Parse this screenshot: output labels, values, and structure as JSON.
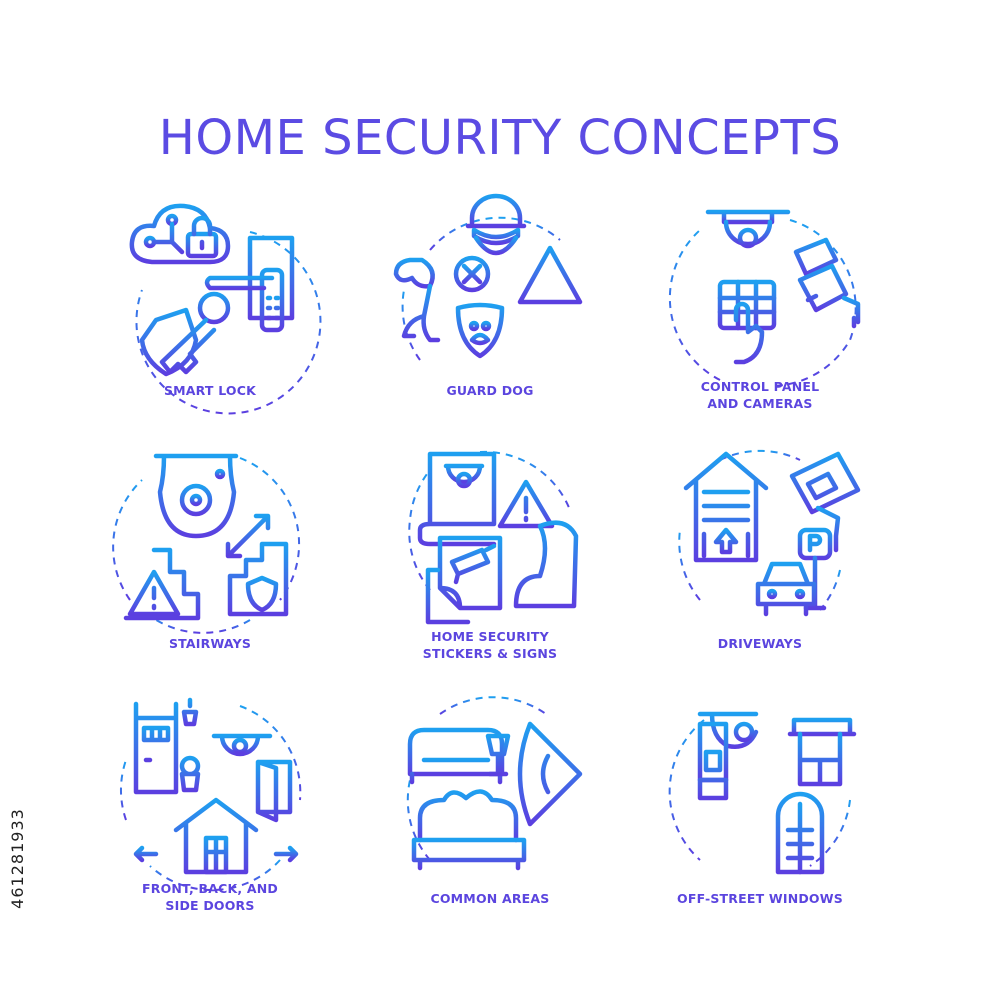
{
  "title": "HOME SECURITY CONCEPTS",
  "side_id": "461281933",
  "colors": {
    "gradient_top": "#1ea0f0",
    "gradient_bottom": "#5b3fe0",
    "text": "#5b45df"
  },
  "concepts": [
    {
      "line1": "SMART LOCK",
      "line2": "",
      "icon": "smart-lock-icon"
    },
    {
      "line1": "GUARD DOG",
      "line2": "",
      "icon": "guard-dog-icon"
    },
    {
      "line1": "CONTROL PANEL",
      "line2": "AND CAMERAS",
      "icon": "control-panel-camera-icon"
    },
    {
      "line1": "STAIRWAYS",
      "line2": "",
      "icon": "stairways-icon"
    },
    {
      "line1": "HOME SECURITY",
      "line2": "STICKERS & SIGNS",
      "icon": "security-sticker-icon"
    },
    {
      "line1": "DRIVEWAYS",
      "line2": "",
      "icon": "driveway-icon"
    },
    {
      "line1": "FRONT, BACK, AND",
      "line2": "SIDE DOORS",
      "icon": "doors-icon"
    },
    {
      "line1": "COMMON AREAS",
      "line2": "",
      "icon": "common-areas-icon"
    },
    {
      "line1": "OFF-STREET WINDOWS",
      "line2": "",
      "icon": "windows-icon"
    }
  ]
}
